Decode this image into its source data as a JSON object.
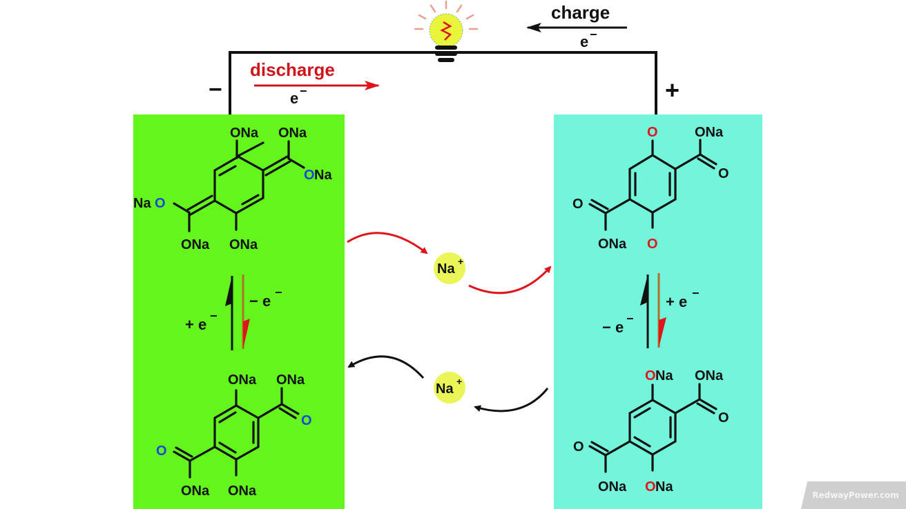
{
  "title": "Sodium-ion battery organic electrode charge/discharge scheme",
  "circuit": {
    "negative_sign": "−",
    "positive_sign": "+",
    "discharge_label": "discharge",
    "discharge_electron": "e",
    "charge_label": "charge",
    "charge_electron": "e",
    "electron_superscript": "−",
    "bulb_icon": "light-bulb-icon"
  },
  "left_panel": {
    "color": "#63f51c",
    "role": "anode (negative electrode)",
    "top_molecule": {
      "labels": [
        "ONa",
        "ONa",
        "ONa",
        "NaO",
        "ONa",
        "ONa"
      ],
      "highlight_color": "#1a49d6"
    },
    "bottom_molecule": {
      "labels": [
        "ONa",
        "ONa",
        "O",
        "O",
        "ONa",
        "ONa"
      ],
      "highlight_color": "#1a49d6"
    },
    "reaction": {
      "up_label": "+ e",
      "down_label": "− e",
      "superscript": "−"
    }
  },
  "right_panel": {
    "color": "#73f5dc",
    "role": "cathode (positive electrode)",
    "top_molecule": {
      "labels": [
        "O",
        "ONa",
        "O",
        "O",
        "ONa",
        "O"
      ],
      "highlight_color": "#e0141b"
    },
    "bottom_molecule": {
      "labels": [
        "ONa",
        "ONa",
        "O",
        "O",
        "ONa",
        "ONa"
      ],
      "highlight_color": "#e0141b"
    },
    "reaction": {
      "up_label": "− e",
      "down_label": "+ e",
      "superscript": "−"
    }
  },
  "ions": [
    {
      "label": "Na",
      "charge": "+",
      "flow": "discharge",
      "arrow_color": "#e0141b"
    },
    {
      "label": "Na",
      "charge": "+",
      "flow": "charge",
      "arrow_color": "#111111"
    }
  ],
  "colors": {
    "discharge": "#d0141b",
    "ion_circle": "#e6f53a",
    "bulb": "#e8f53a",
    "bulb_rays": "#e8a090"
  },
  "watermark": "RedwayPower.com"
}
